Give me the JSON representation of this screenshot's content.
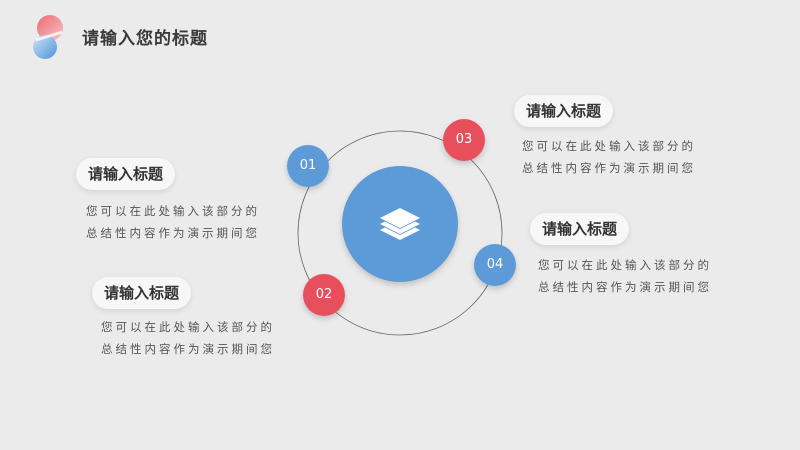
{
  "header": {
    "title": "请输入您的标题",
    "logo_colors": [
      "#e8505b",
      "#5b9bd8"
    ]
  },
  "center": {
    "icon": "layers-icon",
    "color": "#5b9bd8"
  },
  "colors": {
    "blue": "#5b9bd8",
    "red": "#e8505b",
    "ring": "#666666"
  },
  "items": [
    {
      "num": "01",
      "title": "请输入标题",
      "desc_line1": "您可以在此处输入该部分的",
      "desc_line2": "总结性内容作为演示期间您"
    },
    {
      "num": "02",
      "title": "请输入标题",
      "desc_line1": "您可以在此处输入该部分的",
      "desc_line2": "总结性内容作为演示期间您"
    },
    {
      "num": "03",
      "title": "请输入标题",
      "desc_line1": "您可以在此处输入该部分的",
      "desc_line2": "总结性内容作为演示期间您"
    },
    {
      "num": "04",
      "title": "请输入标题",
      "desc_line1": "您可以在此处输入该部分的",
      "desc_line2": "总结性内容作为演示期间您"
    }
  ]
}
